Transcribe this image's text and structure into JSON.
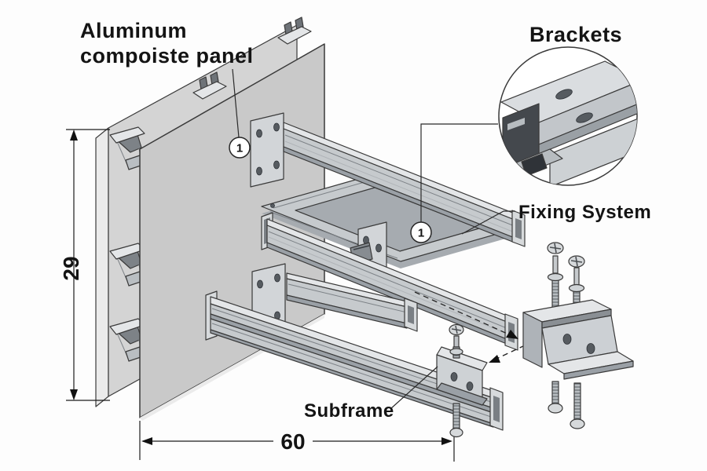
{
  "labels": {
    "panel_line1": "Aluminum",
    "panel_line2": "compoiste panel",
    "brackets": "Brackets",
    "fixing_system": "Fixing System",
    "subframe": "Subframe"
  },
  "dimensions": {
    "height": "29",
    "width": "60"
  },
  "callout": {
    "marker": "1"
  },
  "colors": {
    "background": "#fdfdfd",
    "panel_face": "#c9c9c9",
    "panel_back": "#d4d4d4",
    "panel_edge": "#ebebeb",
    "metal_light": "#e4e6e8",
    "metal_mid": "#c6cacd",
    "metal_dark": "#9aa0a6",
    "metal_deep": "#565b60",
    "outline": "#3a3a3a",
    "text": "#141414"
  }
}
